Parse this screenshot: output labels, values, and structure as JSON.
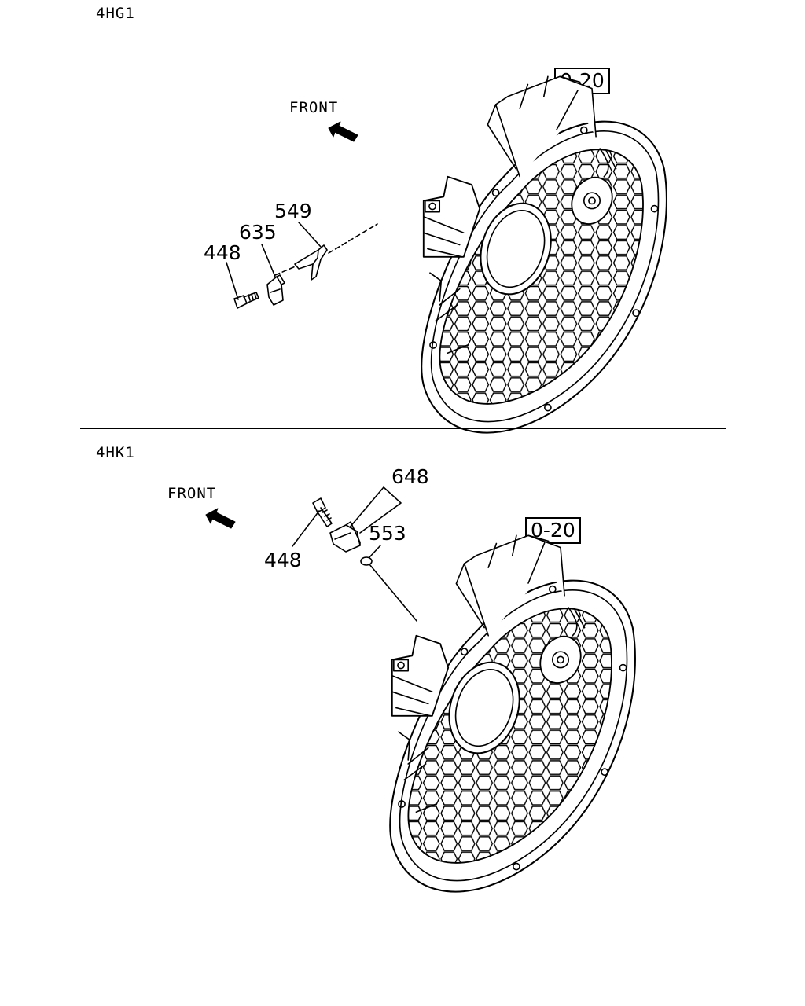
{
  "panels": [
    {
      "model": "4HG1",
      "front_label": "FRONT",
      "ref_box": "0-20",
      "parts": {
        "p549": "549",
        "p635": "635",
        "p448": "448"
      }
    },
    {
      "model": "4HK1",
      "front_label": "FRONT",
      "ref_box": "0-20",
      "parts": {
        "p648": "648",
        "p553": "553",
        "p448": "448"
      }
    }
  ]
}
